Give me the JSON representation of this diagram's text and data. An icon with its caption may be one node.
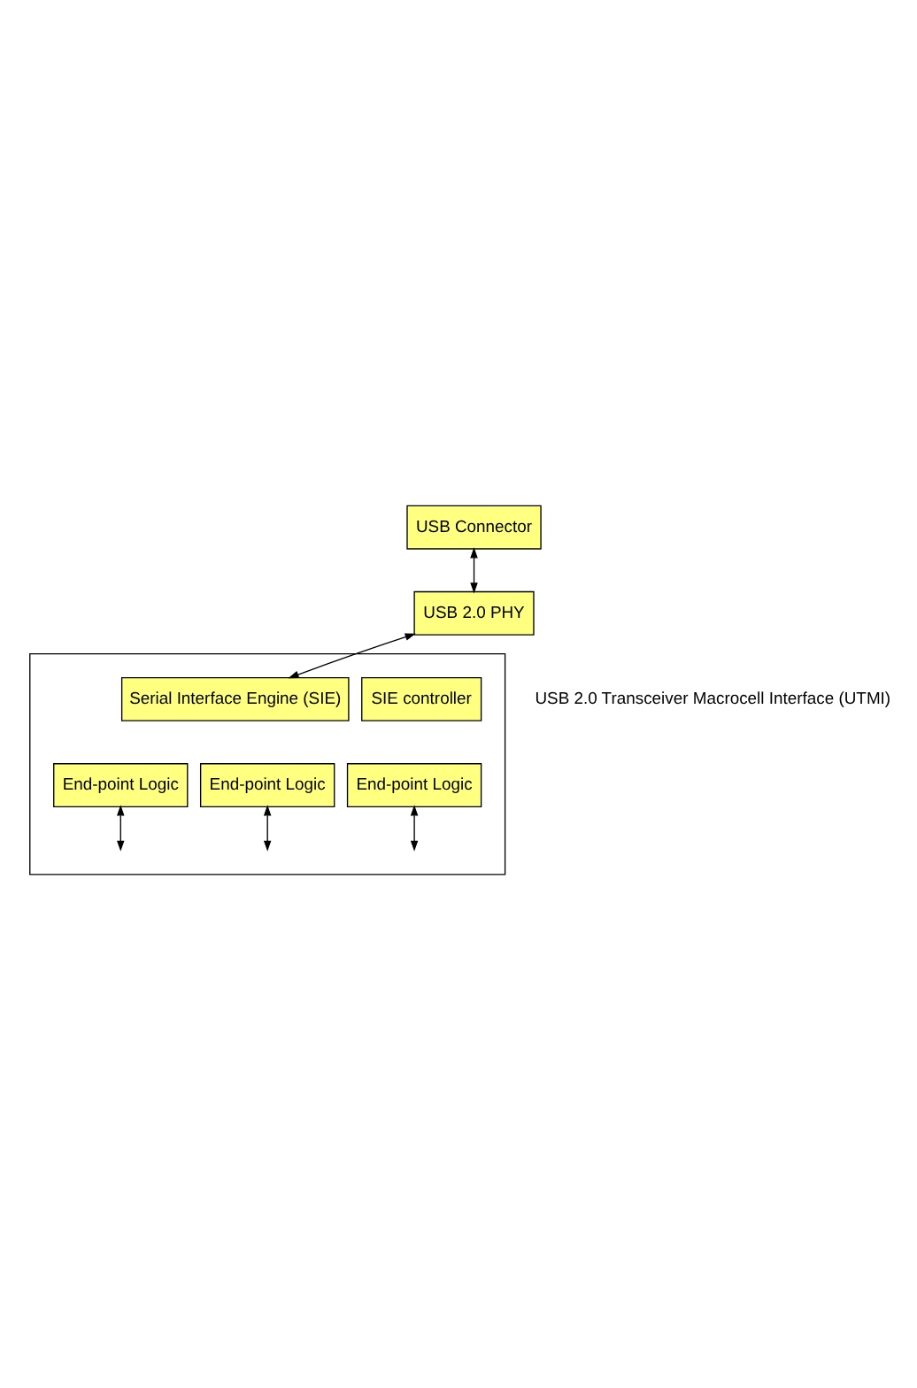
{
  "diagram": {
    "nodes": [
      {
        "text": [
          "USB Connector"
        ]
      },
      {
        "text": [
          "USB 2.0 PHY"
        ]
      },
      {
        "text": [],
        "shape": "box"
      },
      {
        "text": [
          "SIE controller"
        ],
        "in": 2
      },
      {
        "text": [
          "Serial Interface Engine (SIE)"
        ],
        "in": 2
      },
      {
        "text": [
          "End-point Logic"
        ],
        "in": 2
      },
      {
        "text": [
          "End-point Logic"
        ],
        "in": 2
      },
      {
        "text": [
          "End-point Logic"
        ],
        "in": 2
      }
    ],
    "edges": [
      {
        "from": 0,
        "to": 1,
        "arrow": "both"
      },
      {
        "from": 1,
        "to": 4,
        "arrow": "both"
      },
      {
        "from": 5,
        "to": null,
        "arrow": "both"
      },
      {
        "from": 6,
        "to": null,
        "arrow": "both"
      },
      {
        "from": 7,
        "to": null,
        "arrow": "both"
      }
    ],
    "labels": [
      "USB 2.0 Transceiver Macrocell Interface (UTMI)"
    ]
  }
}
